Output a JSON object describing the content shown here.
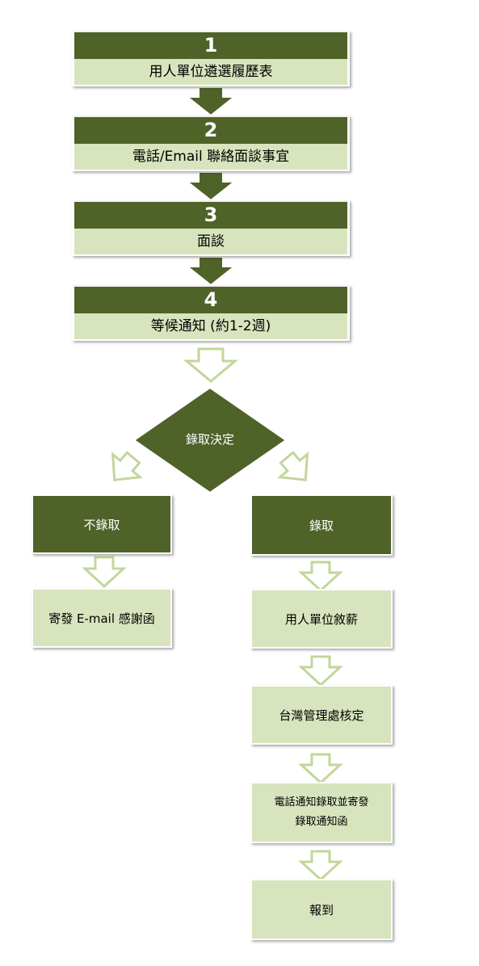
{
  "steps": [
    {
      "number": "1",
      "label": "用人單位遴選履歷表"
    },
    {
      "number": "2",
      "label": "電話/Email 聯絡面談事宜"
    },
    {
      "number": "3",
      "label": "面談"
    },
    {
      "number": "4",
      "label": "等候通知 (約1-2週)"
    }
  ],
  "decision": {
    "label": "錄取決定"
  },
  "reject": {
    "label": "不錄取",
    "next": "寄發 E-mail 感謝函"
  },
  "accept": {
    "label": "錄取",
    "steps": [
      "用人單位敘薪",
      "台灣管理處核定",
      "電話通知錄取並寄發",
      "錄取通知函",
      "報到"
    ]
  },
  "colors": {
    "dark_green": "#4f6228",
    "light_green": "#d7e4bd",
    "outline_green": "#c3d69b"
  }
}
